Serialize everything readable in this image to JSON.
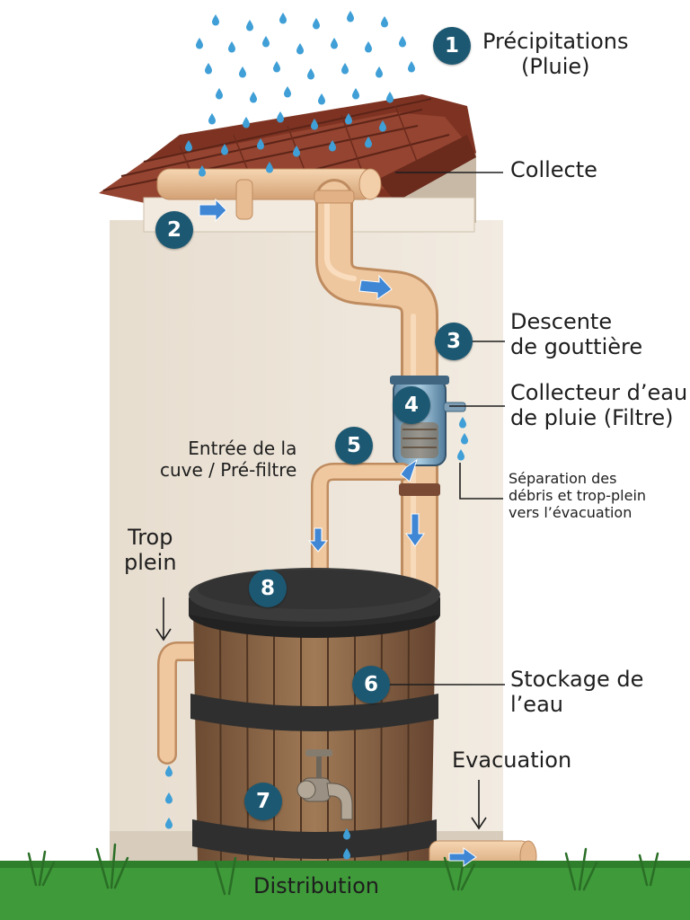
{
  "steps": [
    {
      "number": "1",
      "label": "Précipitations",
      "label2": "(Pluie)"
    },
    {
      "number": "2",
      "label": "Collecte"
    },
    {
      "number": "3",
      "label": "Descente",
      "label2": "de gouttière"
    },
    {
      "number": "4",
      "label": "Collecteur d’eau",
      "label2": "de pluie (Filtre)"
    },
    {
      "number": "5",
      "label": "Entrée de la",
      "label2": "cuve / Pré-filtre"
    },
    {
      "number": "6",
      "label": "Stockage de",
      "label2": "l’eau"
    },
    {
      "number": "7",
      "label": "Distribution"
    },
    {
      "number": "8"
    }
  ],
  "annotations": {
    "filter_note": [
      "Séparation des",
      "débris et trop-plein",
      "vers l’évacuation"
    ],
    "overflow": [
      "Trop",
      "plein"
    ],
    "drain": "Evacuation"
  },
  "colors": {
    "badge": "#1d5872",
    "wall": "#ece3d7",
    "pipe": "#f0c8a0",
    "roof": "#8b3a28",
    "barrel": "#8a6545",
    "ground": "#3f9a3a",
    "water": "#3f9fd6"
  }
}
